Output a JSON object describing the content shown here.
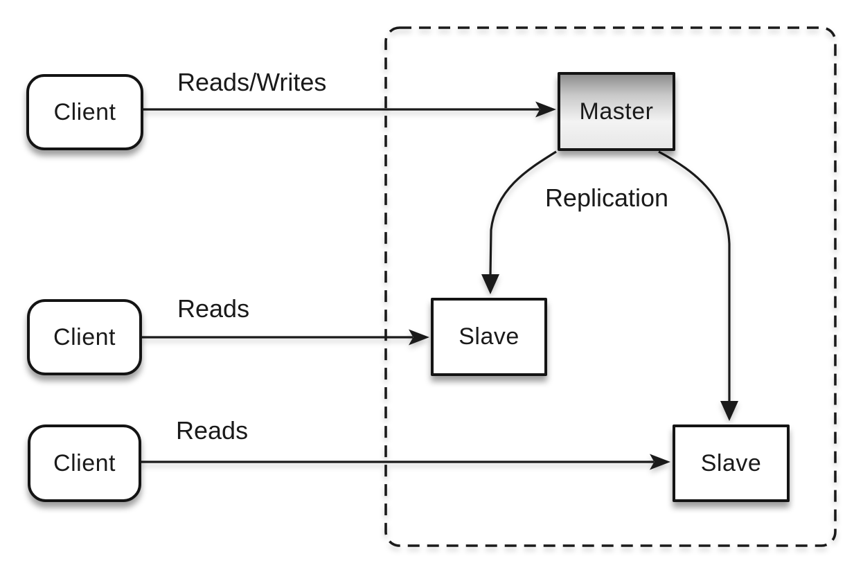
{
  "canvas": {
    "background": "#ffffff",
    "ink_color": "#1a1a1a"
  },
  "nodes": {
    "client_top": {
      "label": "Client",
      "fill": "#ffffff"
    },
    "client_middle": {
      "label": "Client",
      "fill": "#ffffff"
    },
    "client_bottom": {
      "label": "Client",
      "fill": "#ffffff"
    },
    "master": {
      "label": "Master",
      "fill_gradient_top": "#8e8e8e",
      "fill_gradient_bottom": "#e7e7e7"
    },
    "slave_top": {
      "label": "Slave",
      "fill": "#ffffff"
    },
    "slave_bottom": {
      "label": "Slave",
      "fill": "#ffffff"
    }
  },
  "edges": {
    "client_top_to_master": {
      "label": "Reads/Writes"
    },
    "client_middle_to_slave_top": {
      "label": "Reads"
    },
    "client_bottom_to_slave_bottom": {
      "label": "Reads"
    },
    "master_to_slaves": {
      "label": "Replication"
    }
  }
}
